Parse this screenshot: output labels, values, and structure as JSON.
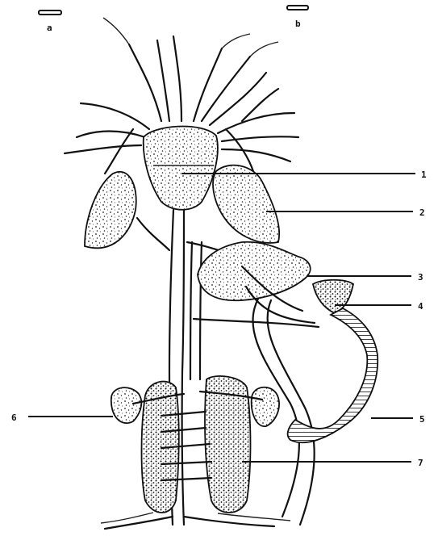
{
  "scale_labels": [
    "a",
    "b"
  ],
  "labels": [
    "1",
    "2",
    "3",
    "4",
    "5",
    "6",
    "7"
  ]
}
